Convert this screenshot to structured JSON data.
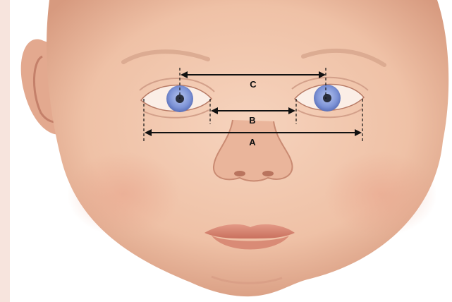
{
  "measurements": [
    {
      "label": "C"
    },
    {
      "label": "B"
    },
    {
      "label": "A"
    }
  ],
  "colors": {
    "background_left": "#f7e4dd",
    "background": "#ffffff",
    "skin": "#f1c6ad",
    "skin_shadow": "#d99a7e",
    "iris": "#7d93d6",
    "pupil": "#2a2f3d",
    "lips": "#d9826f",
    "measure_line": "#111111"
  },
  "icons": {
    "face": "infant-face-illustration",
    "eye": "eye-icon",
    "nose": "nose-icon",
    "mouth": "mouth-icon"
  }
}
